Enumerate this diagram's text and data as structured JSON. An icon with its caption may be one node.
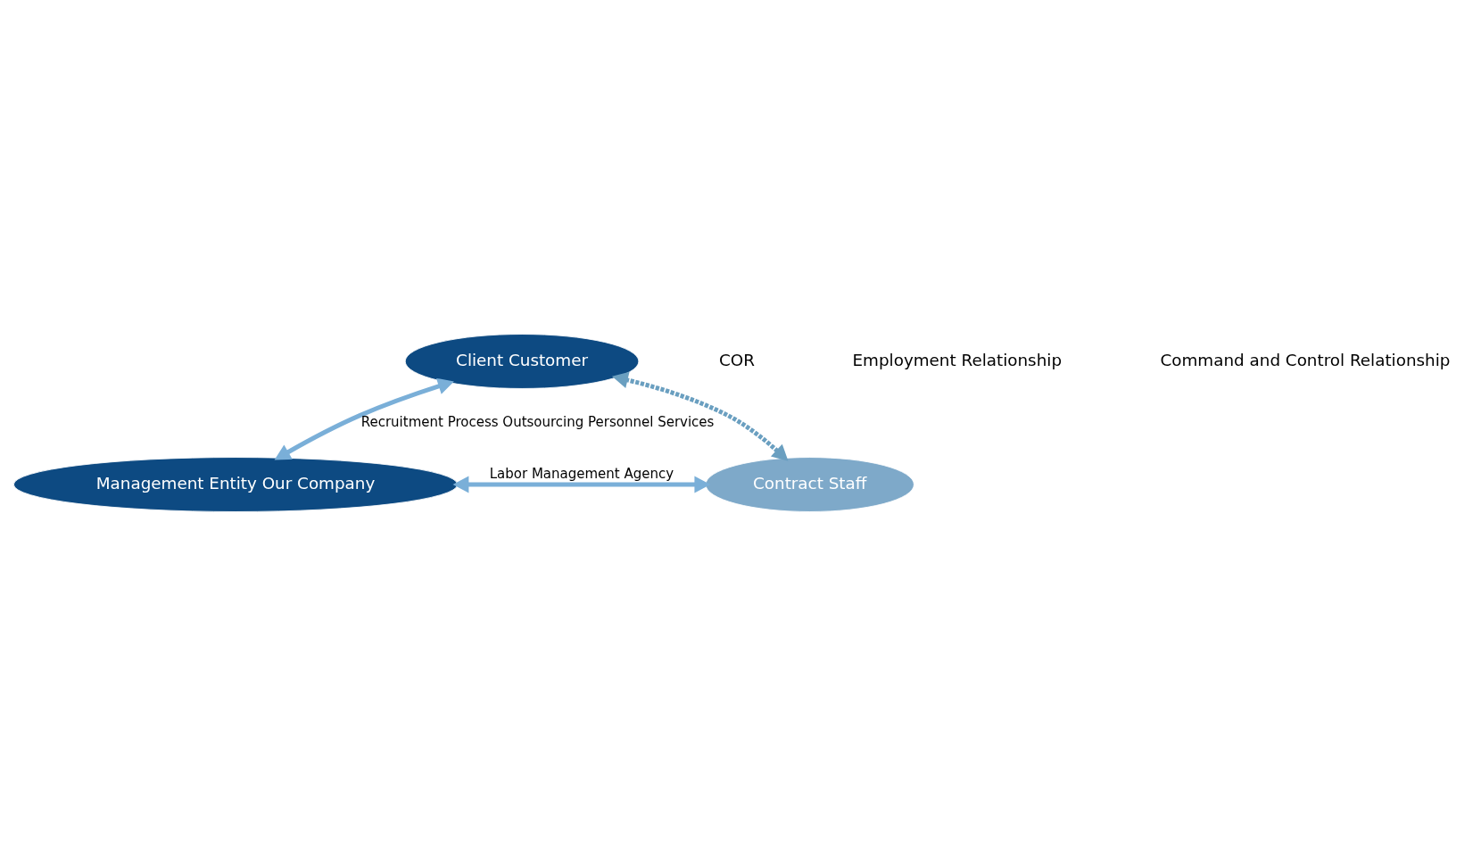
{
  "diagram": {
    "nodes": [
      {
        "text": [
          "Client Customer"
        ]
      },
      {
        "text": [
          "Management Entity Our Company"
        ]
      },
      {
        "text": [
          "Contract Staff"
        ]
      }
    ],
    "edges": [
      {
        "from": 1,
        "to": 0,
        "arrow": "both",
        "label": "Recruitment Process Outsourcing Personnel Services"
      },
      {
        "from": 1,
        "to": 2,
        "arrow": "both",
        "label": "Labor Management Agency"
      },
      {
        "from": 0,
        "to": 2,
        "arrow": "both",
        "style": "dashed"
      }
    ],
    "labels": [
      "COR",
      "Employment Relationship",
      "Command and Control Relationship"
    ]
  }
}
